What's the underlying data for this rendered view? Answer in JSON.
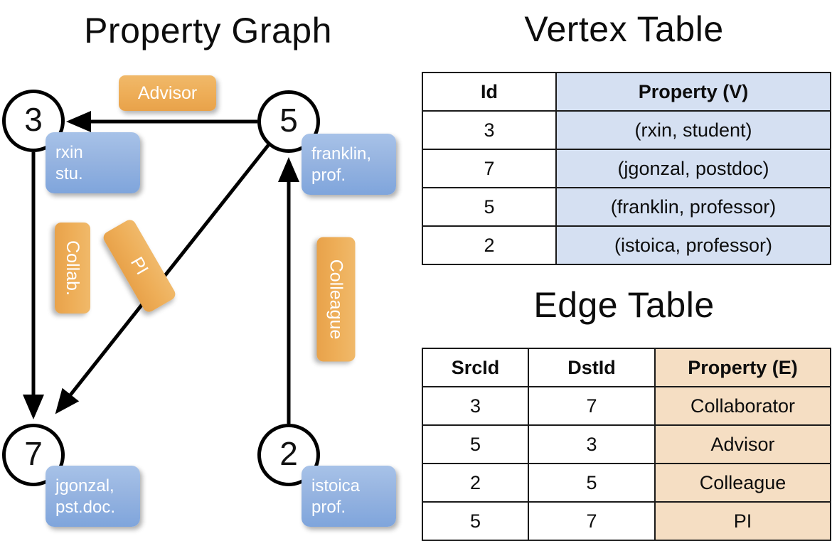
{
  "panels": {
    "graph_title": "Property Graph",
    "vertex_title": "Vertex Table",
    "edge_title": "Edge Table"
  },
  "graph": {
    "nodes": [
      {
        "id": "3",
        "property": "rxin\nstu."
      },
      {
        "id": "5",
        "property": "franklin,\nprof."
      },
      {
        "id": "7",
        "property": "jgonzal,\npst.doc."
      },
      {
        "id": "2",
        "property": "istoica\nprof."
      }
    ],
    "edge_labels": [
      {
        "name": "advisor",
        "text": "Advisor"
      },
      {
        "name": "collaborator",
        "text": "Collab."
      },
      {
        "name": "pi",
        "text": "PI"
      },
      {
        "name": "colleague",
        "text": "Colleague"
      }
    ]
  },
  "vertex_table": {
    "headers": [
      "Id",
      "Property (V)"
    ],
    "rows": [
      {
        "id": "3",
        "property": "(rxin, student)"
      },
      {
        "id": "7",
        "property": "(jgonzal, postdoc)"
      },
      {
        "id": "5",
        "property": "(franklin, professor)"
      },
      {
        "id": "2",
        "property": "(istoica, professor)"
      }
    ]
  },
  "edge_table": {
    "headers": [
      "SrcId",
      "DstId",
      "Property (E)"
    ],
    "rows": [
      {
        "src": "3",
        "dst": "7",
        "property": "Collaborator"
      },
      {
        "src": "5",
        "dst": "3",
        "property": "Advisor"
      },
      {
        "src": "2",
        "dst": "5",
        "property": "Colleague"
      },
      {
        "src": "5",
        "dst": "7",
        "property": "PI"
      }
    ]
  },
  "colors": {
    "vertex_cell": "#d5e0f2",
    "edge_cell": "#f5dec3",
    "node_box": "#8fb0de",
    "edge_label_box": "#eeae58",
    "stroke": "#000000"
  }
}
